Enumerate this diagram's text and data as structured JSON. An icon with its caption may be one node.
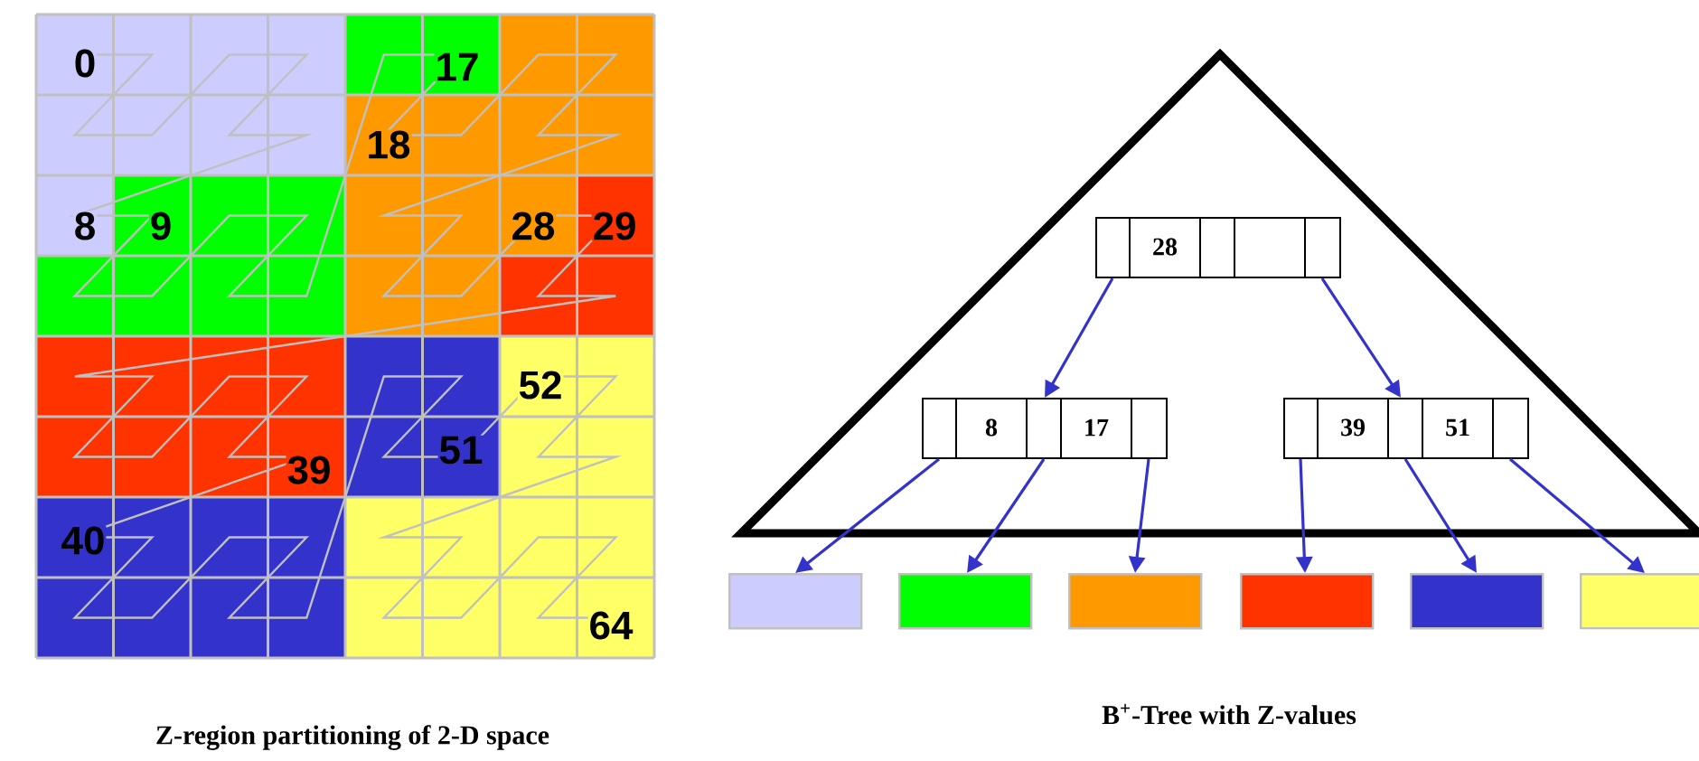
{
  "diagram": {
    "nodes": [
      {
        "text": [
          "28"
        ]
      },
      {
        "text": [
          "8",
          "17"
        ]
      },
      {
        "text": [
          "39",
          "51"
        ]
      },
      {
        "text": [],
        "shape": "box"
      },
      {
        "text": [],
        "shape": "box"
      },
      {
        "text": [],
        "shape": "box"
      },
      {
        "text": [],
        "shape": "box"
      },
      {
        "text": [],
        "shape": "box"
      },
      {
        "text": [],
        "shape": "box"
      }
    ],
    "edges": [
      {
        "from": 0,
        "to": 1,
        "arrow": "to"
      },
      {
        "from": 0,
        "to": 2,
        "arrow": "to"
      },
      {
        "from": 1,
        "to": 3,
        "arrow": "to"
      },
      {
        "from": 1,
        "to": 4,
        "arrow": "to"
      },
      {
        "from": 1,
        "to": 5,
        "arrow": "to"
      },
      {
        "from": 2,
        "to": 6,
        "arrow": "to"
      },
      {
        "from": 2,
        "to": 7,
        "arrow": "to"
      },
      {
        "from": 2,
        "to": 8,
        "arrow": "to"
      }
    ],
    "labels": [
      "0",
      "17",
      "18",
      "8",
      "9",
      "28",
      "29",
      "52",
      "51",
      "39",
      "40",
      "64",
      "Z-region partitioning of 2-D space",
      "B$^{+}$-Tree with Z-values"
    ]
  }
}
